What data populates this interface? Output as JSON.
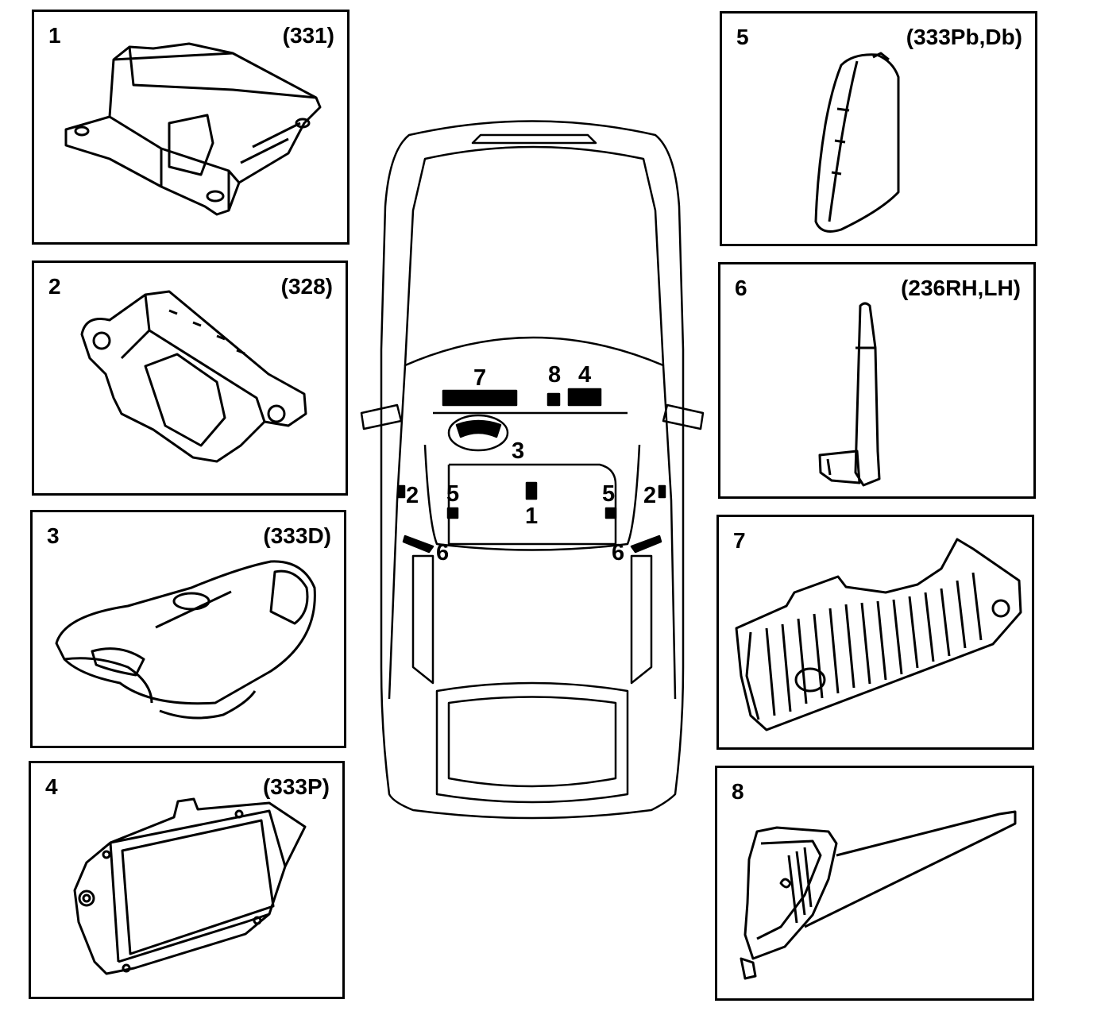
{
  "panels": [
    {
      "number": "1",
      "code": "(331)"
    },
    {
      "number": "2",
      "code": "(328)"
    },
    {
      "number": "3",
      "code": "(333D)"
    },
    {
      "number": "4",
      "code": "(333P)"
    },
    {
      "number": "5",
      "code": "(333Pb,Db)"
    },
    {
      "number": "6",
      "code": "(236RH,LH)"
    },
    {
      "number": "7",
      "code": ""
    },
    {
      "number": "8",
      "code": ""
    }
  ],
  "car_callouts": {
    "c7": "7",
    "c8": "8",
    "c4": "4",
    "c3": "3",
    "c2_left": "2",
    "c2_right": "2",
    "c5_left": "5",
    "c5_right": "5",
    "c1": "1",
    "c6_left": "6",
    "c6_right": "6"
  },
  "icons": [
    "airbag-control-module-icon",
    "side-impact-sensor-icon",
    "driver-airbag-icon",
    "passenger-airbag-icon",
    "seat-side-airbag-icon",
    "pretensioner-icon",
    "knee-airbag-icon",
    "passenger-knee-airbag-icon",
    "car-top-view-icon"
  ]
}
